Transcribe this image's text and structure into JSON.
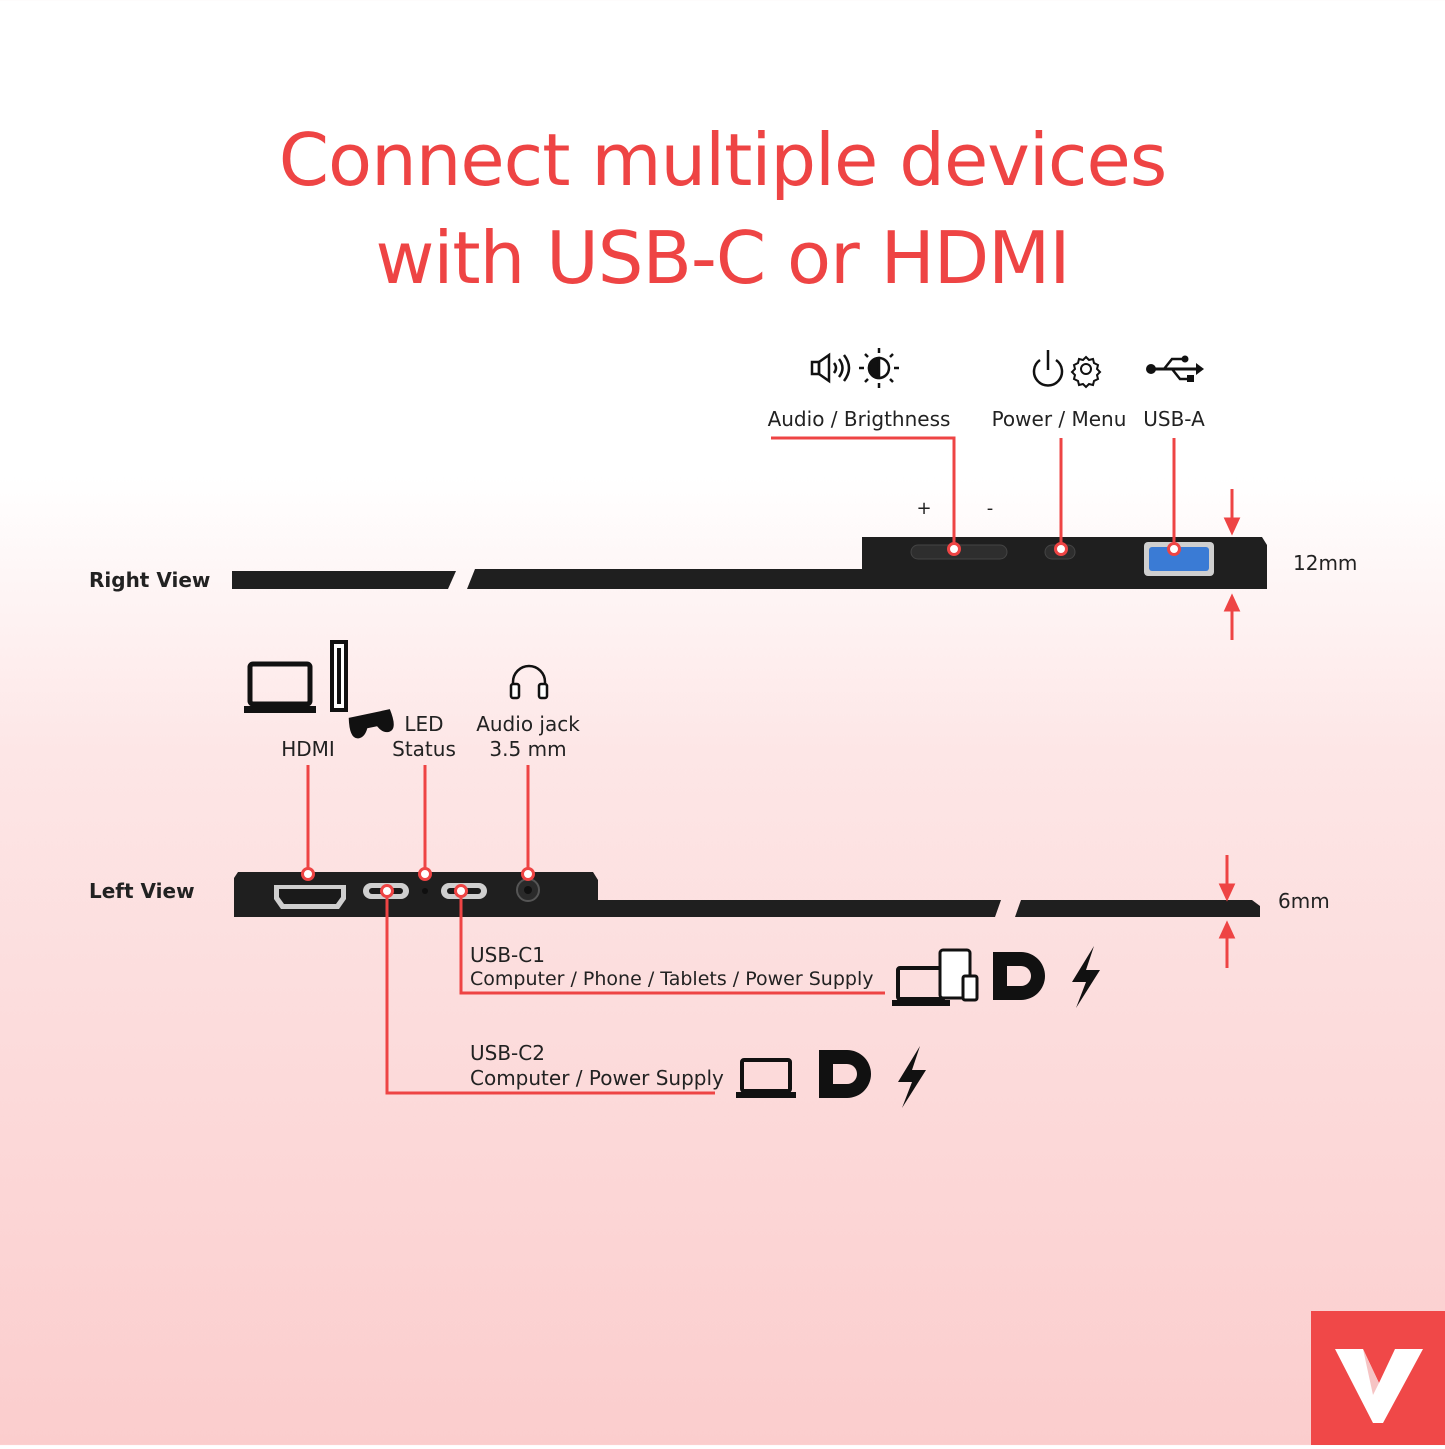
{
  "title": {
    "line1": "Connect multiple devices",
    "line2": "with USB-C or HDMI"
  },
  "colors": {
    "accent": "#ee4444",
    "device_body": "#1f1f1f",
    "usb_port": "#3a7bd5",
    "logo_bg": "#f04848"
  },
  "right_view": {
    "label": "Right View",
    "thickness": "12mm",
    "plus": "+",
    "minus": "-",
    "callouts": [
      {
        "label": "Audio / Brigthness",
        "icons": [
          "speaker-icon",
          "brightness-icon"
        ]
      },
      {
        "label": "Power / Menu",
        "icons": [
          "power-icon",
          "gear-icon"
        ]
      },
      {
        "label": "USB-A",
        "icons": [
          "usb-icon"
        ]
      }
    ]
  },
  "left_view": {
    "label": "Left View",
    "thickness": "6mm",
    "callouts": [
      {
        "label": "HDMI",
        "icons": [
          "laptop-icon",
          "console-icon",
          "gamepad-icon"
        ]
      },
      {
        "label_line1": "LED",
        "label_line2": "Status"
      },
      {
        "label_line1": "Audio jack",
        "label_line2": "3.5 mm",
        "icons": [
          "headphones-icon"
        ]
      }
    ],
    "usb_c1": {
      "title": "USB-C1",
      "desc": "Computer / Phone / Tablets / Power Supply",
      "icons": [
        "devices-icon",
        "displayport-icon",
        "power-bolt-icon"
      ]
    },
    "usb_c2": {
      "title": "USB-C2",
      "desc": "Computer / Power Supply",
      "icons": [
        "laptop-icon",
        "displayport-icon",
        "power-bolt-icon"
      ]
    }
  },
  "logo": {
    "icon": "brand-v-logo"
  }
}
